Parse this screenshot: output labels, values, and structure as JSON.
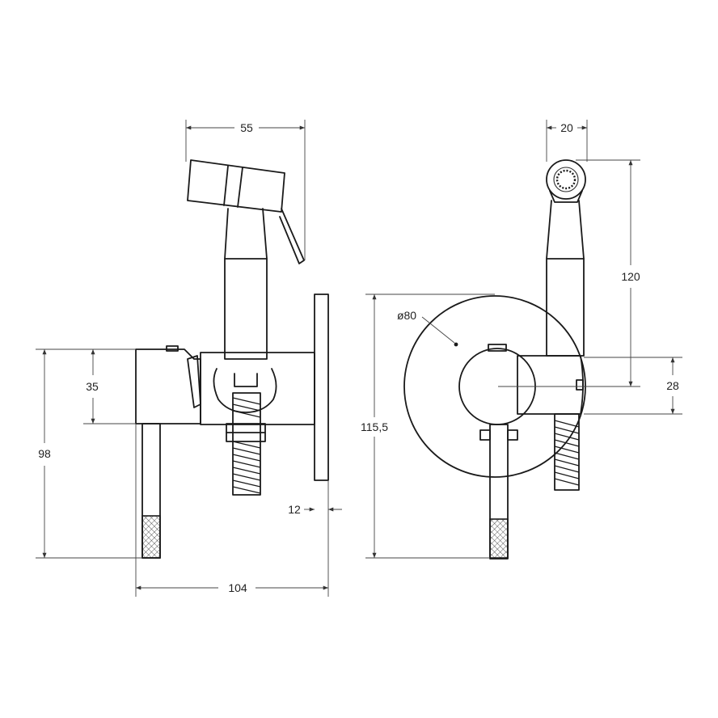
{
  "dimensions": {
    "side_view": {
      "total_depth": "104",
      "total_height": "98",
      "body_height": "35",
      "head_width": "55",
      "plate_thickness": "12"
    },
    "front_view": {
      "plate_diameter": "ø80",
      "total_height": "115,5",
      "head_width": "20",
      "handset_height": "120",
      "holder_height": "28"
    }
  }
}
